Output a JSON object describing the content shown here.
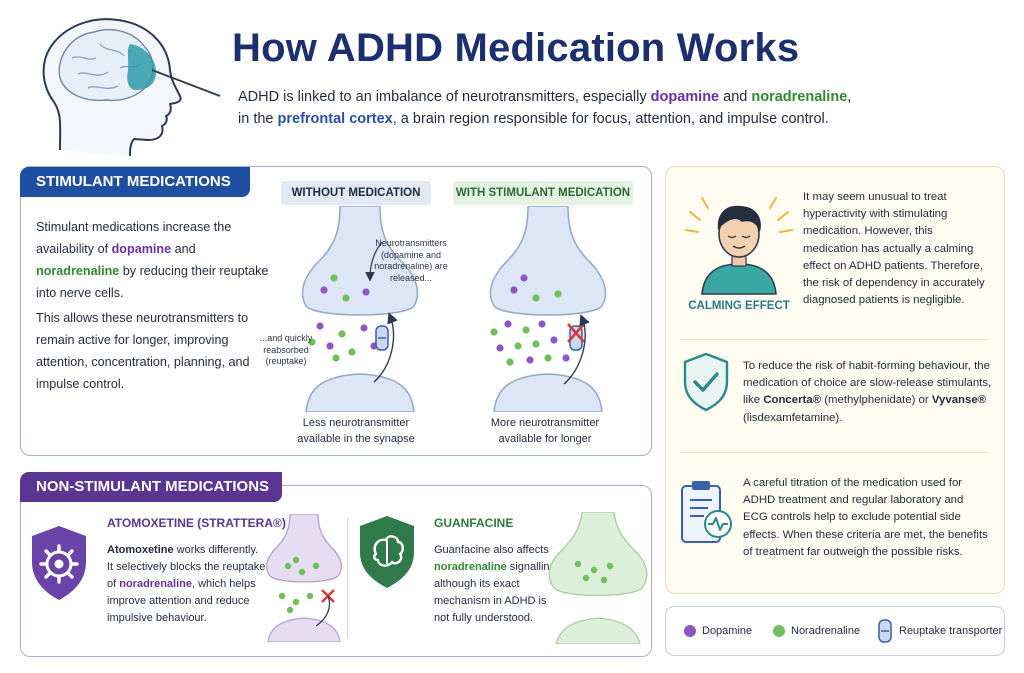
{
  "header": {
    "title": "How ADHD Medication Works",
    "intro": {
      "p1": "ADHD is linked to an imbalance of neurotransmitters, especially ",
      "dopamine": "dopamine",
      "and": " and ",
      "noradrenaline": "noradrenaline",
      "p2": ",",
      "p3": " in the ",
      "prefrontal": "prefrontal cortex",
      "p4": ", a brain region responsible for focus, attention, and impulse control."
    }
  },
  "stimulant": {
    "title": "STIMULANT MEDICATIONS",
    "text1": {
      "a": "Stimulant medications increase the availability of ",
      "dopamine": "dopamine",
      "and": " and ",
      "noradrenaline": "noradrenaline",
      "b": " by reducing their reuptake into nerve cells."
    },
    "text2": "This allows these neurotransmitters to remain active for longer, improving attention, concentration, planning, and impulse control.",
    "without_label": "WITHOUT MEDICATION",
    "with_label": "WITH STIMULANT MEDICATION",
    "annotation_release": "Neurotransmitters (dopamine and noradrenaline) are released...",
    "annotation_reuptake": "...and quickly reabsorbed (reuptake)",
    "caption_without": "Less neurotransmitter available in the synapse",
    "caption_with": "More neurotransmitter available for longer"
  },
  "non_stimulant": {
    "title": "NON-STIMULANT MEDICATIONS",
    "atomoxetine": {
      "name": "ATOMOXETINE (STRATTERA®)",
      "bold": "Atomoxetine",
      "a": " works differently. It selectively blocks the reuptake of ",
      "noradrenaline": "noradrenaline",
      "b": ", which helps improve attention and reduce impulsive behaviour."
    },
    "guanfacine": {
      "name": "GUANFACINE",
      "a": "Guanfacine also affects ",
      "noradrenaline": "noradrenaline",
      "b": " signalling, although its exact mechanism in ADHD is not fully understood."
    }
  },
  "sidebar": {
    "calming_text": "It may seem unusual to treat hyperactivity with stimulating medication. However, this medication has actually a calming effect on ADHD patients. Therefore, the risk of dependency in accurately diagnosed patients is negligible.",
    "calming_label": "CALMING EFFECT",
    "concerta": {
      "a": "To reduce the risk of habit-forming behaviour, the medication of choice are slow-release stimulants, like ",
      "concerta": "Concerta®",
      "b": " (methylphenidate) or ",
      "vyvanse": "Vyvanse®",
      "c": " (lisdexamfetamine)."
    },
    "titration_text": "A careful titration of the medication used for ADHD treatment and regular laboratory and ECG controls help to exclude potential side effects. When these criteria are met, the benefits of treatment far outweigh the possible risks."
  },
  "legend": {
    "dopamine": "Dopamine",
    "noradrenaline": "Noradrenaline",
    "transporter": "Reuptake transporter"
  },
  "colors": {
    "navy": "#1c2f6e",
    "stim_blue": "#1f4fa0",
    "purple": "#5a3592",
    "dopamine": "#8e55c4",
    "noradrenaline": "#6fbf5a",
    "guanfacine_green": "#2d7a3d",
    "teal": "#2a7a85"
  },
  "icons": {
    "header": "brain-head-icon",
    "calming": "calm-person-icon",
    "concerta": "shield-check-icon",
    "titration": "clipboard-ecg-icon",
    "atomoxetine": "shield-gear-icon",
    "guanfacine": "shield-brain-icon",
    "reuptake": "reuptake-transporter-icon",
    "block": "block-x-icon"
  }
}
